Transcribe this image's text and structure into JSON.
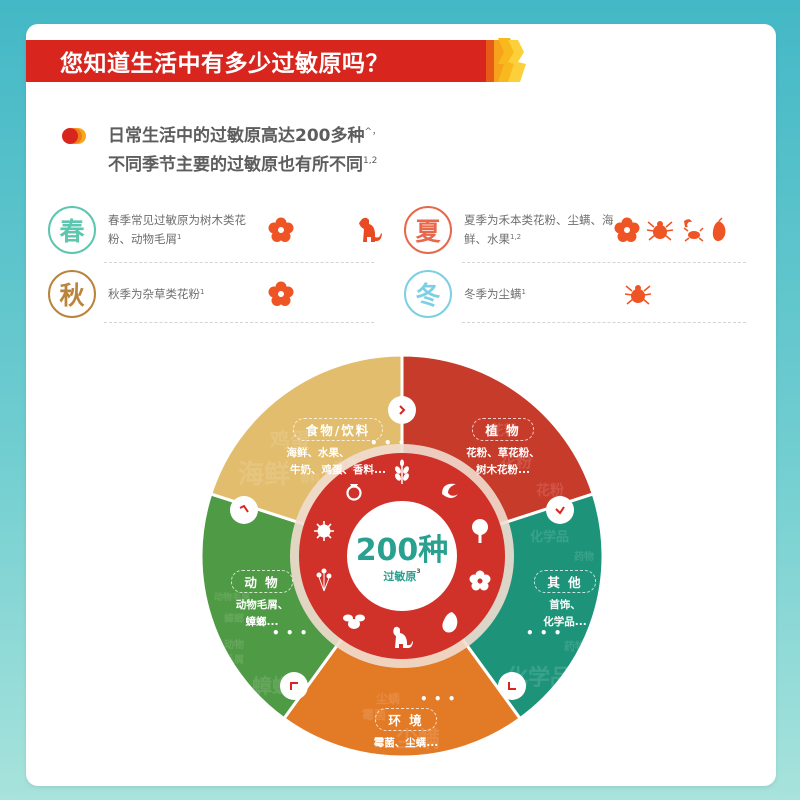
{
  "title": "您知道生活中有多少过敏原吗？",
  "headline": {
    "line1": "日常生活中的过敏原高达200多种",
    "line1_sup": "^，",
    "line2": "不同季节主要的过敏原也有所不同",
    "line2_sup": "1,2"
  },
  "colors": {
    "title_red": "#d8261f",
    "spring": "#5cc6ae",
    "summer": "#e8684b",
    "autumn": "#b9853c",
    "winter": "#7dd0e3",
    "food": "#e2bd6d",
    "plant": "#c73b2a",
    "other": "#1d9479",
    "environment": "#e37a25",
    "animal": "#4f9a44",
    "inner_red": "#d03129",
    "center_text": "#2aa090"
  },
  "seasons": [
    {
      "seal": "春",
      "text": "春季常见过敏原为树木类花粉、动物毛屑",
      "sup": "1",
      "icons": [
        "flower-icon",
        "dog-icon"
      ]
    },
    {
      "seal": "夏",
      "text": "夏季为禾本类花粉、尘螨、海鲜、水果",
      "sup": "1,2",
      "icons": [
        "flower-icon",
        "dust-mite-icon",
        "shrimp-crab-icon",
        "mango-icon"
      ]
    },
    {
      "seal": "秋",
      "text": "秋季为杂草类花粉",
      "sup": "1",
      "icons": [
        "flower-icon"
      ]
    },
    {
      "seal": "冬",
      "text": "冬季为尘螨",
      "sup": "1",
      "icons": [
        "dust-mite-icon"
      ]
    }
  ],
  "wheel": {
    "center": {
      "number": "200种",
      "label": "过敏原",
      "sup": "3"
    },
    "segments": [
      {
        "name": "食物/饮料",
        "items": [
          "海鲜、水果、",
          "牛奶、鸡蛋、香料..."
        ],
        "ghosts": [
          "鸡蛋",
          "水果",
          "海鲜",
          "香料"
        ]
      },
      {
        "name": "植 物",
        "items": [
          "花粉、草花粉、",
          "树木花粉..."
        ],
        "ghosts": [
          "花粉",
          "花粉",
          "花粉"
        ]
      },
      {
        "name": "其 他",
        "items": [
          "首饰、",
          "化学品..."
        ],
        "ghosts": [
          "化学品",
          "药物",
          "药物",
          "化学品"
        ]
      },
      {
        "name": "环 境",
        "items": [
          "霉菌、尘螨..."
        ],
        "ghosts": [
          "尘螨",
          "霉菌",
          "尘螨"
        ]
      },
      {
        "name": "动 物",
        "items": [
          "动物毛屑、",
          "蟑螂..."
        ],
        "ghosts": [
          "动物毛屑",
          "蟑螂",
          "动物毛屑",
          "蟑螂"
        ]
      }
    ],
    "inner_icons": [
      "wheat-icon",
      "shrimp-icon",
      "tree-icon",
      "flower-icon",
      "mango-icon",
      "dog-icon",
      "bee-icon",
      "pollen-icon",
      "virus-icon",
      "ring-icon"
    ]
  }
}
